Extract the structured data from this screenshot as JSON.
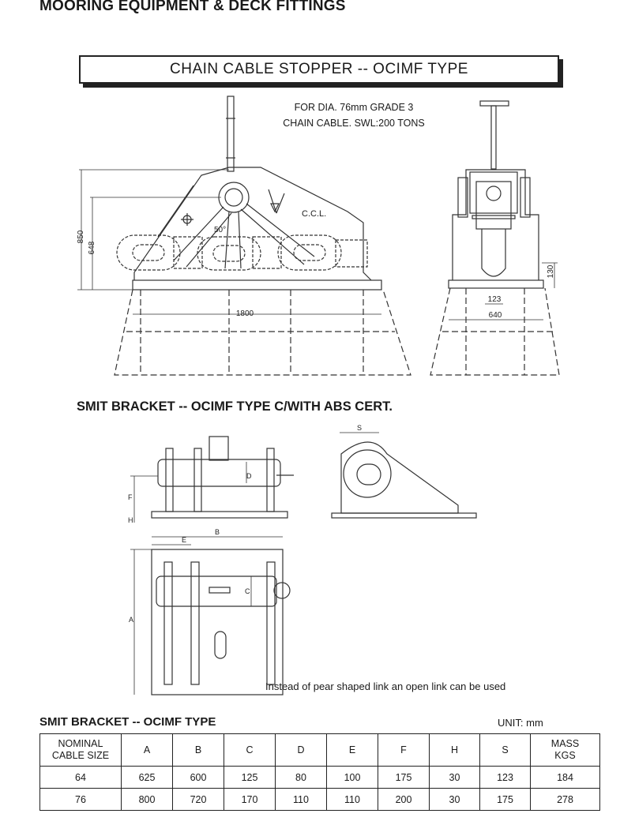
{
  "header": {
    "title": "MOORING EQUIPMENT & DECK FITTINGS"
  },
  "stopper": {
    "title": "CHAIN CABLE STOPPER -- OCIMF TYPE",
    "note_line1": "FOR DIA. 76mm GRADE 3",
    "note_line2": "CHAIN CABLE. SWL:200 TONS",
    "dims": {
      "height_total": "850",
      "height_ccl": "648",
      "angle": "50°",
      "ccl": "C.C.L.",
      "length": "1800",
      "side_height": "130",
      "side_gap": "123",
      "side_width": "640"
    }
  },
  "bracket": {
    "title": "SMIT BRACKET -- OCIMF TYPE C/WITH ABS CERT.",
    "dims": {
      "s": "S",
      "d": "D",
      "f": "F",
      "h": "H",
      "b": "B",
      "e": "E",
      "c": "C",
      "a": "A"
    },
    "note": "Instead of pear shaped link an open link can be used"
  },
  "table": {
    "title": "SMIT BRACKET -- OCIMF TYPE",
    "unit": "UNIT: mm",
    "header": [
      "NOMINAL\nCABLE SIZE",
      "A",
      "B",
      "C",
      "D",
      "E",
      "F",
      "H",
      "S",
      "MASS\nKGS"
    ],
    "header_main": [
      "NOMINAL",
      "A",
      "B",
      "C",
      "D",
      "E",
      "F",
      "H",
      "S",
      "MASS"
    ],
    "header_sub": [
      "CABLE SIZE",
      "",
      "",
      "",
      "",
      "",
      "",
      "",
      "",
      "KGS"
    ],
    "rows": [
      [
        "64",
        "625",
        "600",
        "125",
        "80",
        "100",
        "175",
        "30",
        "123",
        "184"
      ],
      [
        "76",
        "800",
        "720",
        "170",
        "110",
        "110",
        "200",
        "30",
        "175",
        "278"
      ]
    ]
  }
}
